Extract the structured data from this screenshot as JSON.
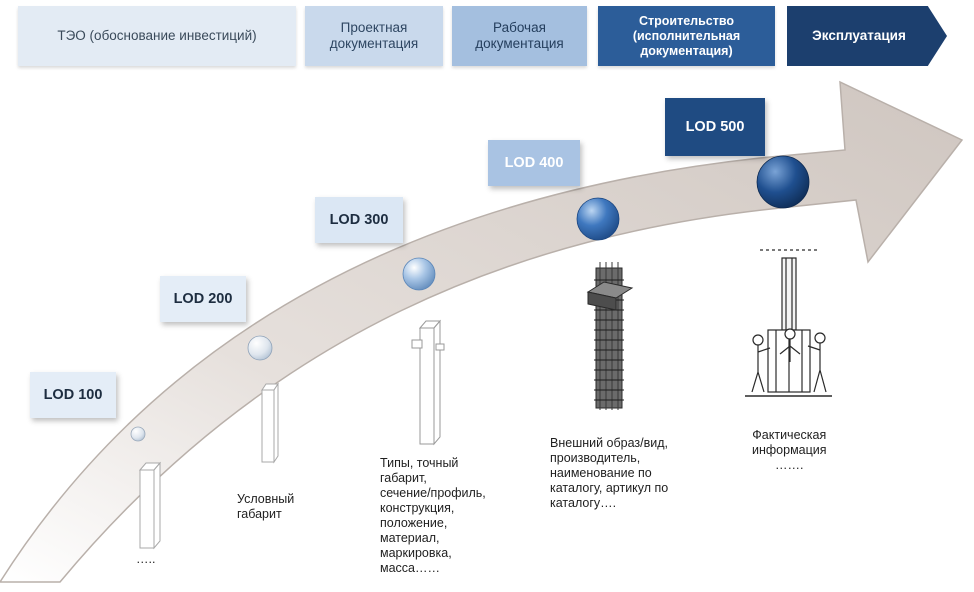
{
  "phases": [
    {
      "label": "ТЭО (обоснование инвестиций)"
    },
    {
      "label": "Проектная\nдокументация"
    },
    {
      "label": "Рабочая\nдокументация"
    },
    {
      "label": "Строительство\n(исполнительная\nдокументация)"
    },
    {
      "label": "Эксплуатация"
    }
  ],
  "lod_levels": [
    {
      "label": "LOD 100",
      "caption": "….."
    },
    {
      "label": "LOD 200",
      "caption": "Условный\nгабарит"
    },
    {
      "label": "LOD 300",
      "caption": "Типы, точный\nгабарит,\nсечение/профиль,\nконструкция,\nположение,\nматериал,\nмаркировка,\nмасса……"
    },
    {
      "label": "LOD 400",
      "caption": "Внешний образ/вид,\nпроизводитель,\nнаименование по\nкаталогу, артикул по\nкаталогу…."
    },
    {
      "label": "LOD 500",
      "caption": "Фактическая\nинформация\n……."
    }
  ],
  "colors": {
    "arrow_body": "#d8d1cc",
    "arrow_edge": "#b9b0aa",
    "phase_dark": "#1c3f6e",
    "phase_mid": "#2c5d99"
  },
  "icons": [
    "column-box-icon",
    "column-box-icon",
    "column-with-bracket-icon",
    "rebar-cage-icon",
    "construction-workers-icon"
  ]
}
